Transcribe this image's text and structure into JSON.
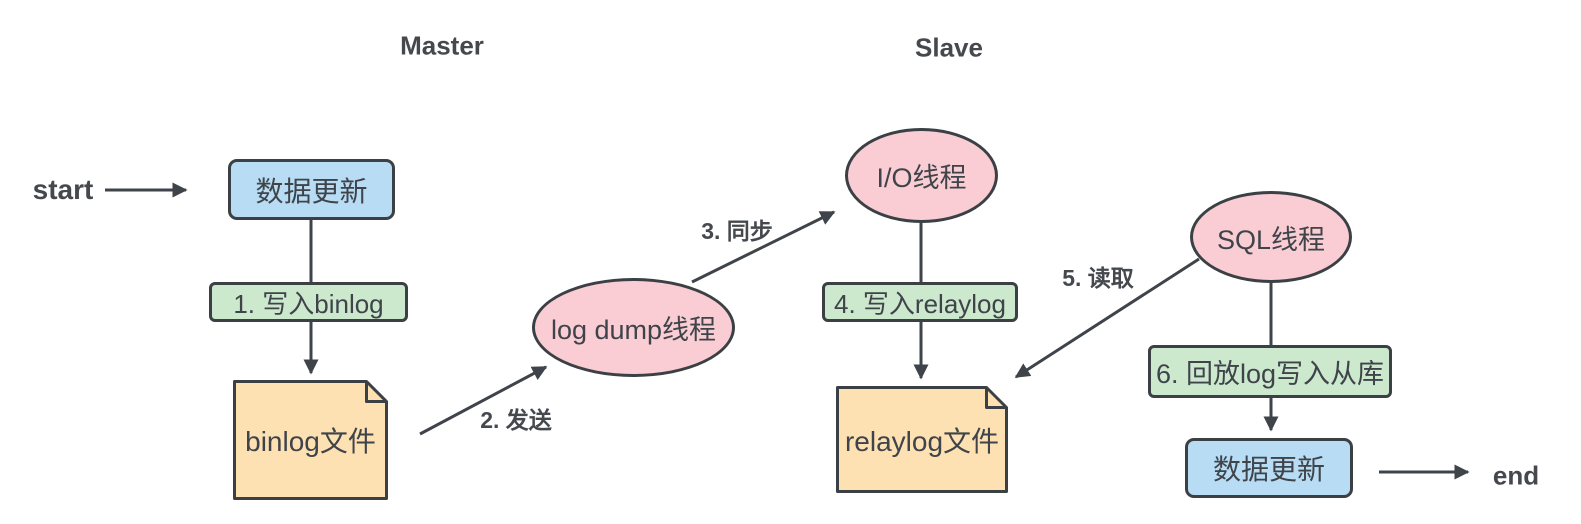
{
  "diagram": {
    "region_labels": {
      "master": "Master",
      "slave": "Slave"
    },
    "terminals": {
      "start": "start",
      "end": "end"
    },
    "nodes": {
      "data_update_master": "数据更新",
      "step1": "1. 写入binlog",
      "binlog_file": "binlog文件",
      "log_dump_thread": "log dump线程",
      "io_thread": "I/O线程",
      "step4": "4. 写入relaylog",
      "relaylog_file": "relaylog文件",
      "sql_thread": "SQL线程",
      "step6": "6. 回放log写入从库",
      "data_update_slave": "数据更新"
    },
    "edge_labels": {
      "step2": "2. 发送",
      "step3": "3. 同步",
      "step5": "5. 读取"
    },
    "colors": {
      "background": "#ffffff",
      "stroke": "#3b4045",
      "text": "#3f444a",
      "process_fill": "#b7dcf4",
      "step_fill": "#cce8cd",
      "thread_fill": "#f9cdd3",
      "file_fill": "#fde1b2"
    }
  }
}
